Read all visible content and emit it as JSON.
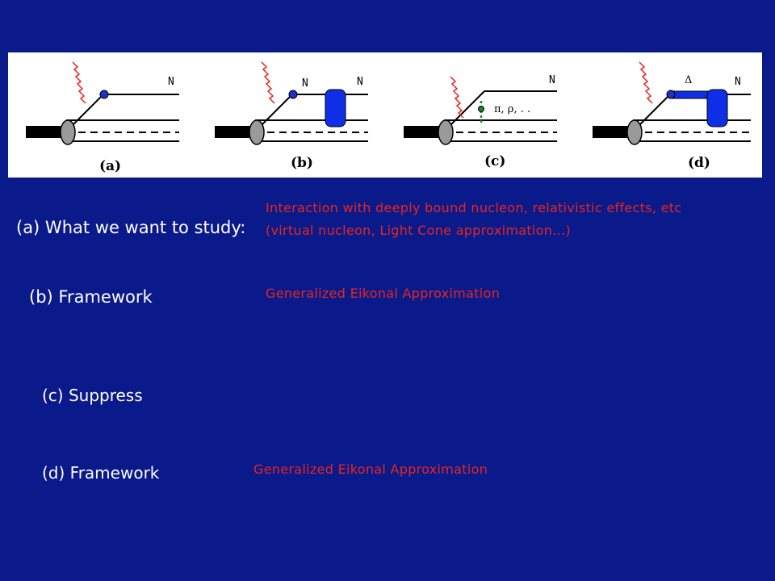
{
  "diagrams": [
    {
      "caption": "(a)",
      "particles": [
        "N"
      ]
    },
    {
      "caption": "(b)",
      "particles": [
        "N",
        "N"
      ]
    },
    {
      "caption": "(c)",
      "particles": [
        "N",
        "π, ρ, . ."
      ]
    },
    {
      "caption": "(d)",
      "particles": [
        "Δ",
        "N"
      ]
    }
  ],
  "rows": [
    {
      "label": "(a)  What we want to study:",
      "notes": [
        "Interaction with deeply bound nucleon, relativistic effects, etc",
        "(virtual nucleon, Light Cone approximation…)"
      ]
    },
    {
      "label": "(b) Framework",
      "notes": [
        "Generalized Eikonal Approximation"
      ]
    },
    {
      "label": "(c) Suppress",
      "notes": []
    },
    {
      "label": "(d) Framework",
      "notes": [
        "Generalized Eikonal Approximation"
      ]
    }
  ],
  "colors": {
    "background": "#0b1a8a",
    "note_text": "#e8241f",
    "label_text": "#ffffff",
    "photon": "#e8241f",
    "vertex": "#1f2fc8",
    "exchange_blob": "#0f2fe6",
    "meson_line": "#1a8a1a",
    "nucleus_blob": "#9a9a9a"
  }
}
